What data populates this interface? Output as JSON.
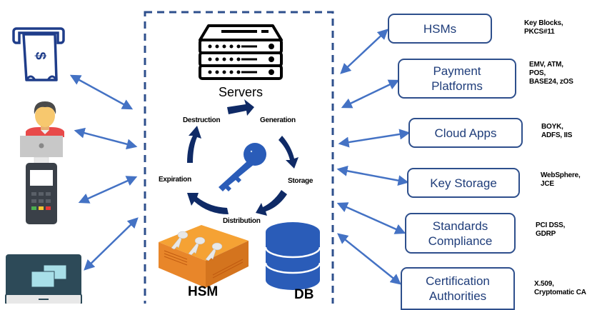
{
  "colors": {
    "arrow": "#4472c4",
    "dashed_border": "#2e4f8c",
    "cycle_arrow": "#0f2a66",
    "key": "#2a5cb8",
    "db": "#2a5cb8",
    "hsm": "#f0962c",
    "box_border": "#2e4f8c",
    "box_text": "#1f3d7a"
  },
  "endpoints": [
    {
      "name": "atm",
      "icon": "atm-cash-icon"
    },
    {
      "name": "user",
      "icon": "user-laptop-icon"
    },
    {
      "name": "pos",
      "icon": "pos-terminal-icon"
    },
    {
      "name": "desktop",
      "icon": "desktop-monitor-icon"
    }
  ],
  "center": {
    "servers_label": "Servers",
    "hsm_label": "HSM",
    "db_label": "DB",
    "lifecycle": {
      "stages": [
        "Generation",
        "Storage",
        "Distribution",
        "Expiration",
        "Destruction"
      ]
    }
  },
  "systems": [
    {
      "label_lines": [
        "HSMs"
      ],
      "notes": [
        "Key Blocks,",
        "PKCS#11"
      ]
    },
    {
      "label_lines": [
        "Payment",
        "Platforms"
      ],
      "notes": [
        "EMV, ATM,",
        "POS,",
        "BASE24, zOS"
      ]
    },
    {
      "label_lines": [
        "Cloud Apps"
      ],
      "notes": [
        "BOYK,",
        "ADFS, IIS"
      ]
    },
    {
      "label_lines": [
        "Key Storage"
      ],
      "notes": [
        "WebSphere,",
        "JCE"
      ]
    },
    {
      "label_lines": [
        "Standards",
        "Compliance"
      ],
      "notes": [
        "PCI DSS,",
        "GDRP"
      ]
    },
    {
      "label_lines": [
        "Certification",
        "Authorities"
      ],
      "notes": [
        "X.509,",
        "Cryptomatic CA"
      ]
    }
  ]
}
